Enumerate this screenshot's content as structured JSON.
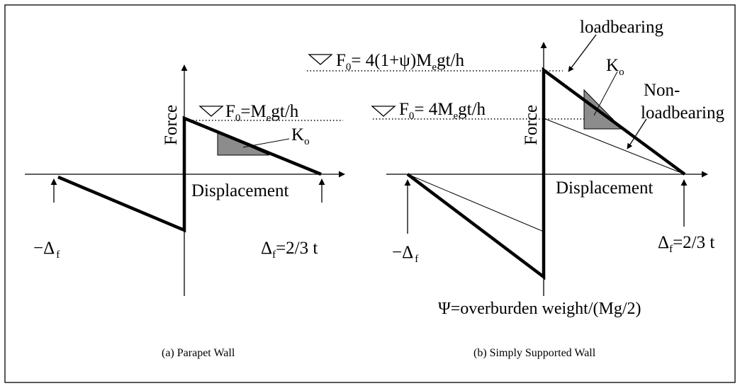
{
  "panel_a": {
    "y_axis_label": "Force",
    "x_axis_label": "Displacement",
    "force_equation": {
      "main": "F",
      "sub0": "0",
      "rest1": "=M",
      "sube": "e",
      "rest2": "gt/h"
    },
    "stiffness": {
      "main": "K",
      "sub": "o"
    },
    "neg_delta": {
      "main": "−Δ",
      "sub": "f"
    },
    "pos_delta": {
      "main": "Δ",
      "sub": "f",
      "rest": "=2/3 t"
    },
    "caption": "(a) Parapet Wall"
  },
  "panel_b": {
    "y_axis_label": "Force",
    "x_axis_label": "Displacement",
    "force_upper": {
      "main": "F",
      "sub0": "0",
      "rest1": "= 4(1+ψ)M",
      "sube": "e",
      "rest2": "gt/h"
    },
    "force_lower": {
      "main": "F",
      "sub0": "0",
      "rest1": "= 4M",
      "sube": "e",
      "rest2": "gt/h"
    },
    "loadbearing_label": "loadbearing",
    "nonloadbearing_line1": "Non-",
    "nonloadbearing_line2": "loadbearing",
    "stiffness": {
      "main": "K",
      "sub": "o"
    },
    "neg_delta": {
      "main": "−Δ",
      "sub": "f"
    },
    "pos_delta": {
      "main": "Δ",
      "sub": "f",
      "rest": "=2/3 t"
    },
    "psi_definition": "Ψ=overburden weight/(Mg/2)",
    "caption": "(b) Simply Supported Wall"
  }
}
